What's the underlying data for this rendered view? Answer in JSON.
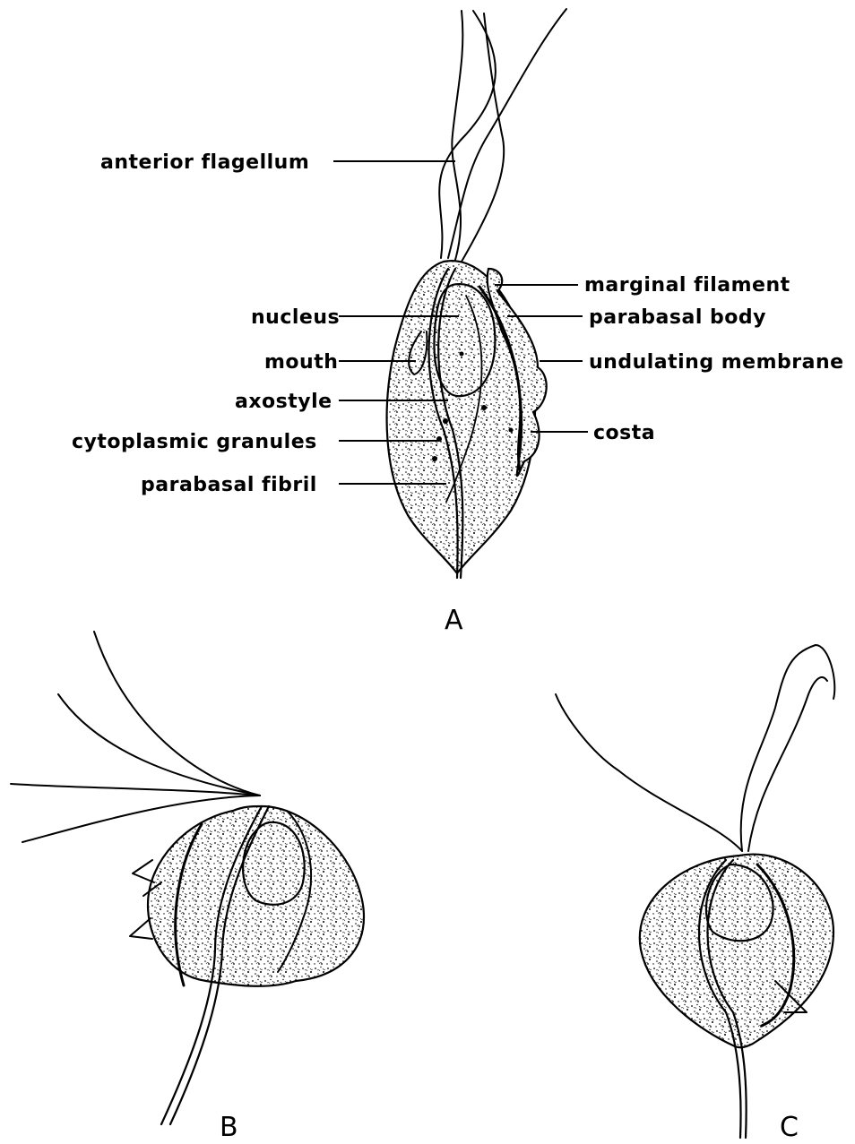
{
  "figure": {
    "panels": [
      {
        "id": "A",
        "letter": "A"
      },
      {
        "id": "B",
        "letter": "B"
      },
      {
        "id": "C",
        "letter": "C"
      }
    ],
    "labels": {
      "anterior_flagellum": "anterior flagellum",
      "marginal_filament": "marginal filament",
      "nucleus": "nucleus",
      "parabasal_body": "parabasal body",
      "mouth": "mouth",
      "undulating_membrane": "undulating membrane",
      "axostyle": "axostyle",
      "costa": "costa",
      "cytoplasmic_granules": "cytoplasmic granules",
      "parabasal_fibril": "parabasal fibril"
    }
  },
  "colors": {
    "ink": "#000000",
    "paper": "#ffffff"
  }
}
